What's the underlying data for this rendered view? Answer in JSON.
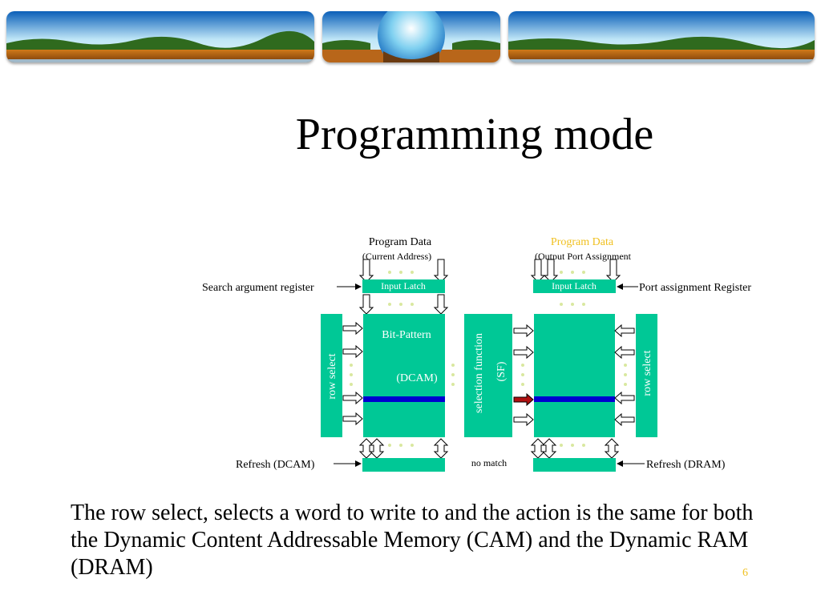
{
  "title": "Programming mode",
  "caption": "The row select, selects a word to write to and the action is the same for both the Dynamic Content Addressable Memory (CAM) and the Dynamic RAM (DRAM)",
  "page_number": "6",
  "colors": {
    "block": "#00c896",
    "word_line": "#0000d0",
    "match_arrow": "#b01010",
    "hidden_text": "#f0c020"
  },
  "diagram": {
    "program_data": "Program Data",
    "current_address": "(Current Address)",
    "program_data_right": "Program Data",
    "output_port_assignment": "(Output Port Assignment",
    "input_latch_left": "Input Latch",
    "input_latch_right": "Input Latch",
    "search_argument_register": "Search argument register",
    "port_assignment_register": "Port assignment Register",
    "bit_pattern": "Bit-Pattern",
    "dcam": "(DCAM)",
    "row_select_left": "row  select",
    "row_select_right": "row  select",
    "selection_function": "selection function",
    "sf": "(SF)",
    "refresh_dcam": "Refresh (DCAM)",
    "refresh_dram": "Refresh (DRAM)",
    "no_match": "no match"
  }
}
